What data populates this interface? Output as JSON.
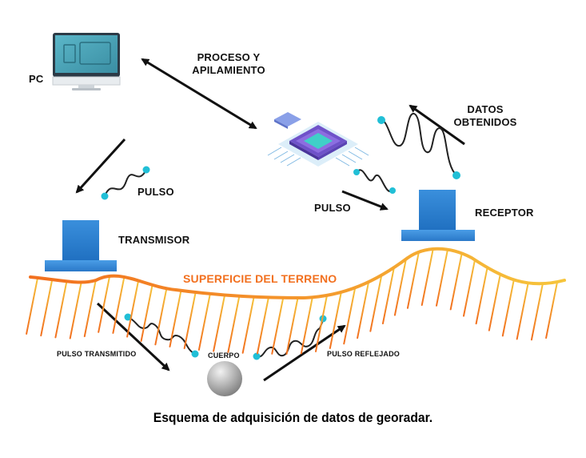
{
  "labels": {
    "pc": "PC",
    "processing_line1": "PROCESO Y",
    "processing_line2": "APILAMIENTO",
    "data_line1": "DATOS",
    "data_line2": "OBTENIDOS",
    "pulse_tx": "PULSO",
    "pulse_rx": "PULSO",
    "transmitter": "TRANSMISOR",
    "receiver": "RECEPTOR",
    "surface": "SUPERFICIE DEL TERRENO",
    "transmitted_pulse": "PULSO TRANSMITIDO",
    "body": "CUERPO",
    "reflected_pulse": "PULSO REFLEJADO"
  },
  "caption": "Esquema de adquisición de datos de georadar.",
  "colors": {
    "monitor": "#4fa6b8",
    "antenna": "#2f80d0",
    "chip": "#7b5ccf",
    "pulse_dot": "#21bfd6",
    "surface_left": "#f2701f",
    "surface_right": "#f6c53c",
    "body_sphere": "#9a9a9a"
  },
  "icons": [
    "monitor-icon",
    "processor-chip-icon",
    "transmitter-antenna-icon",
    "receiver-antenna-icon",
    "buried-body-sphere-icon"
  ]
}
